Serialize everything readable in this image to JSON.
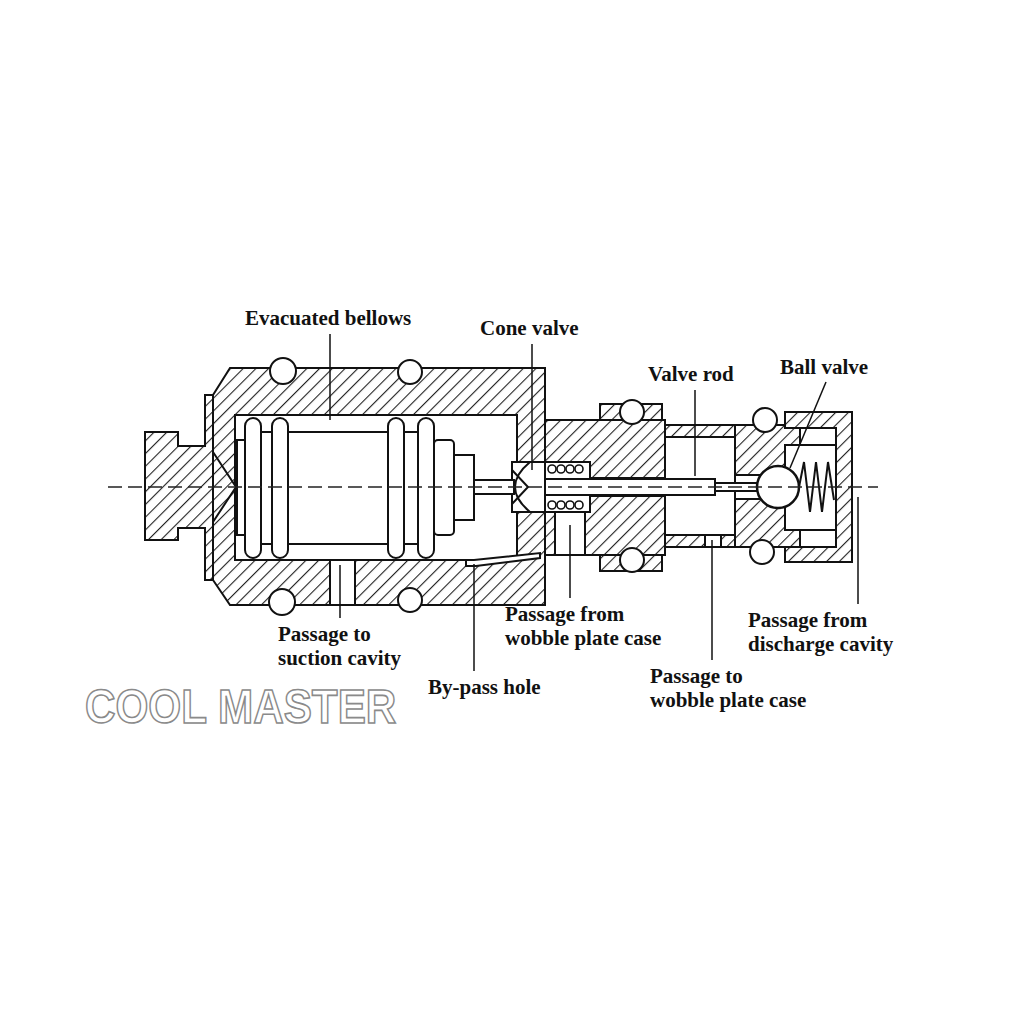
{
  "diagram": {
    "labels": [
      "Evacuated bellows",
      "Cone valve",
      "Valve rod",
      "Ball valve",
      "Passage to suction cavity",
      "By-pass hole",
      "Passage from wobble plate case",
      "Passage to wobble plate case",
      "Passage from discharge cavity",
      "COOL MASTER"
    ]
  }
}
